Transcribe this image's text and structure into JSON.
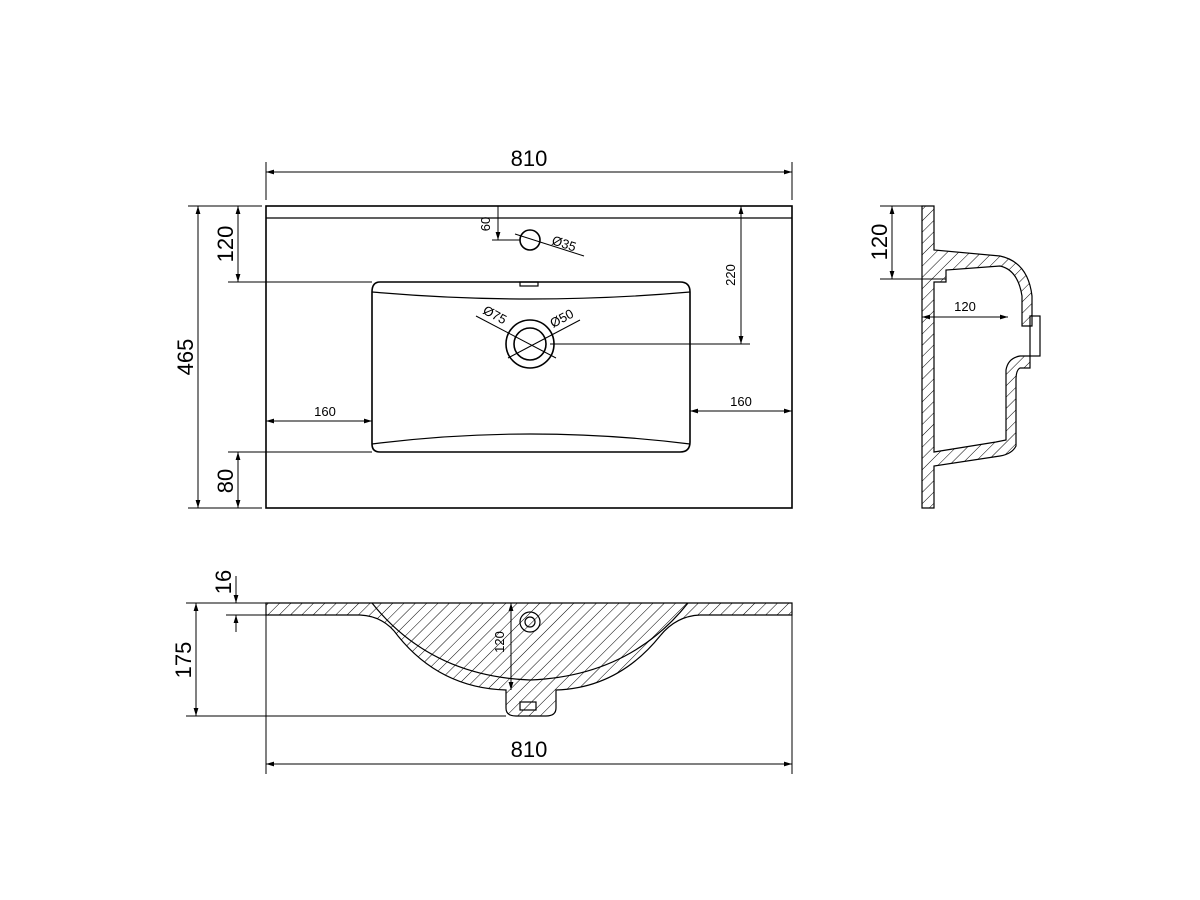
{
  "top_view": {
    "width_label": "810",
    "depth_label": "465",
    "tap_offset_label": "120",
    "tap_center_label": "60",
    "tap_hole_label": "Ø35",
    "drain_offset_label": "220",
    "drain_outer_label": "Ø75",
    "drain_inner_label": "Ø50",
    "left_margin_label": "160",
    "right_margin_label": "160",
    "front_margin_label": "80"
  },
  "side_view": {
    "rim_height_label": "120",
    "depth_label": "120"
  },
  "front_view": {
    "rim_label": "16",
    "height_label": "175",
    "bowl_depth_label": "120",
    "width_label": "810"
  }
}
